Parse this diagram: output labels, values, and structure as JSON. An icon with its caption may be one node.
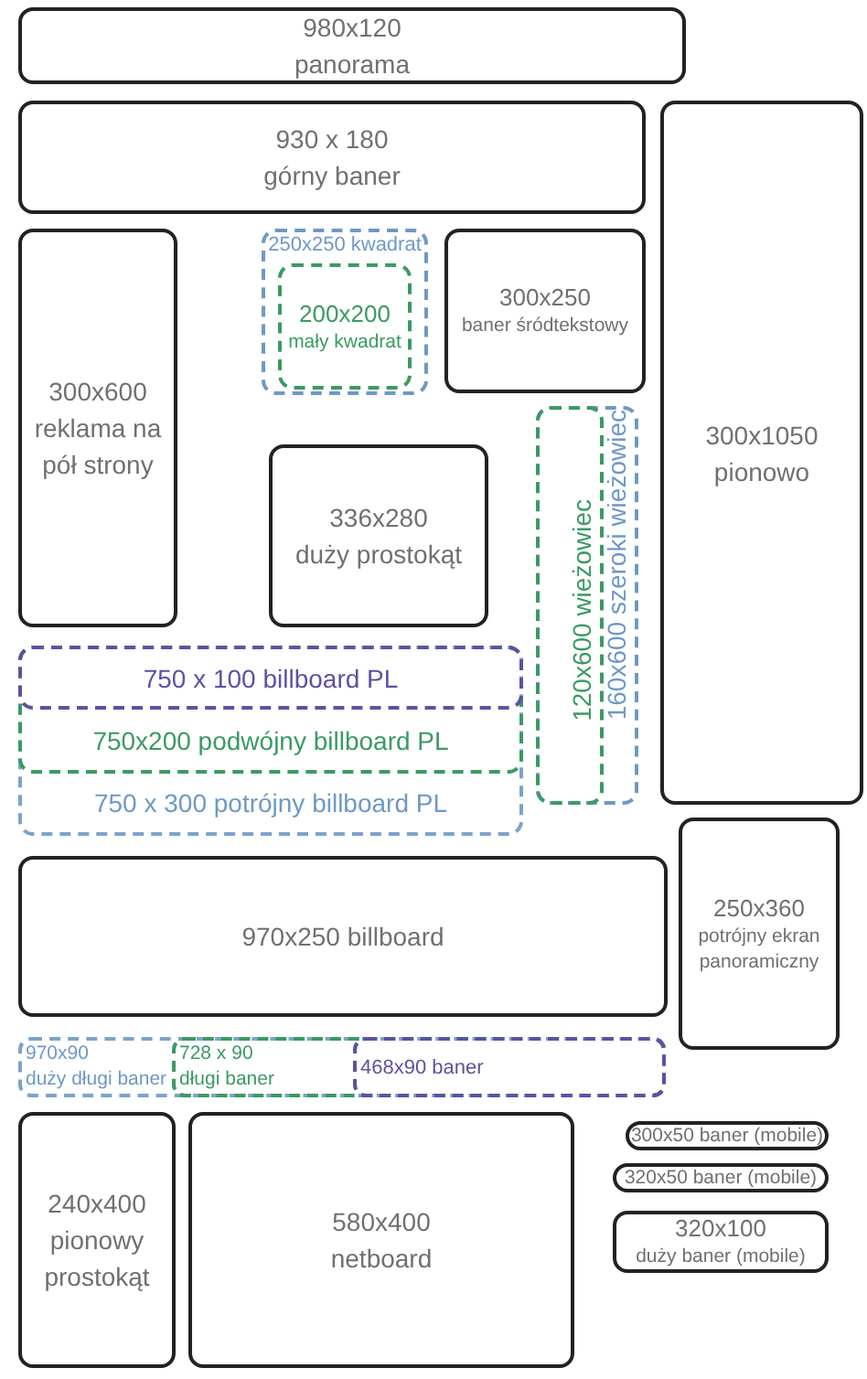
{
  "diagram": {
    "nodes": [
      {
        "text": [
          "980x120",
          "panorama"
        ]
      },
      {
        "text": [
          "930 x 180",
          "górny baner"
        ]
      },
      {
        "text": [
          "300x1050",
          "pionowo"
        ]
      },
      {
        "text": [
          "300x600",
          "reklama na pół strony"
        ]
      },
      {
        "text": [
          "250x250 kwadrat"
        ]
      },
      {
        "text": [
          "200x200",
          "mały kwadrat"
        ],
        "in": 4
      },
      {
        "text": [
          "300x250",
          "baner śródtekstowy"
        ]
      },
      {
        "text": [
          "336x280",
          "duży prostokąt"
        ]
      },
      {
        "text": [
          "160x600 szeroki wieżowiec"
        ]
      },
      {
        "text": [
          "120x600 wieżowiec"
        ],
        "in": 8
      },
      {
        "text": [
          "750 x 300 potrójny billboard PL"
        ]
      },
      {
        "text": [
          "750x200 podwójny billboard PL"
        ],
        "in": 10
      },
      {
        "text": [
          "750 x 100 billboard PL"
        ],
        "in": 11
      },
      {
        "text": [
          "970x250 billboard"
        ]
      },
      {
        "text": [
          "250x360",
          "potrójny ekran panoramiczny"
        ]
      },
      {
        "text": [
          "970x90",
          "duży długi baner"
        ]
      },
      {
        "text": [
          "728 x 90",
          "długi baner"
        ],
        "in": 15
      },
      {
        "text": [
          "468x90 baner"
        ],
        "in": 16
      },
      {
        "text": [
          "240x400",
          "pionowy prostokąt"
        ]
      },
      {
        "text": [
          "580x400",
          "netboard"
        ]
      },
      {
        "text": [
          "300x50 baner (mobile)"
        ]
      },
      {
        "text": [
          "320x50 baner (mobile)"
        ]
      },
      {
        "text": [
          "320x100",
          "duży baner (mobile)"
        ]
      }
    ]
  }
}
